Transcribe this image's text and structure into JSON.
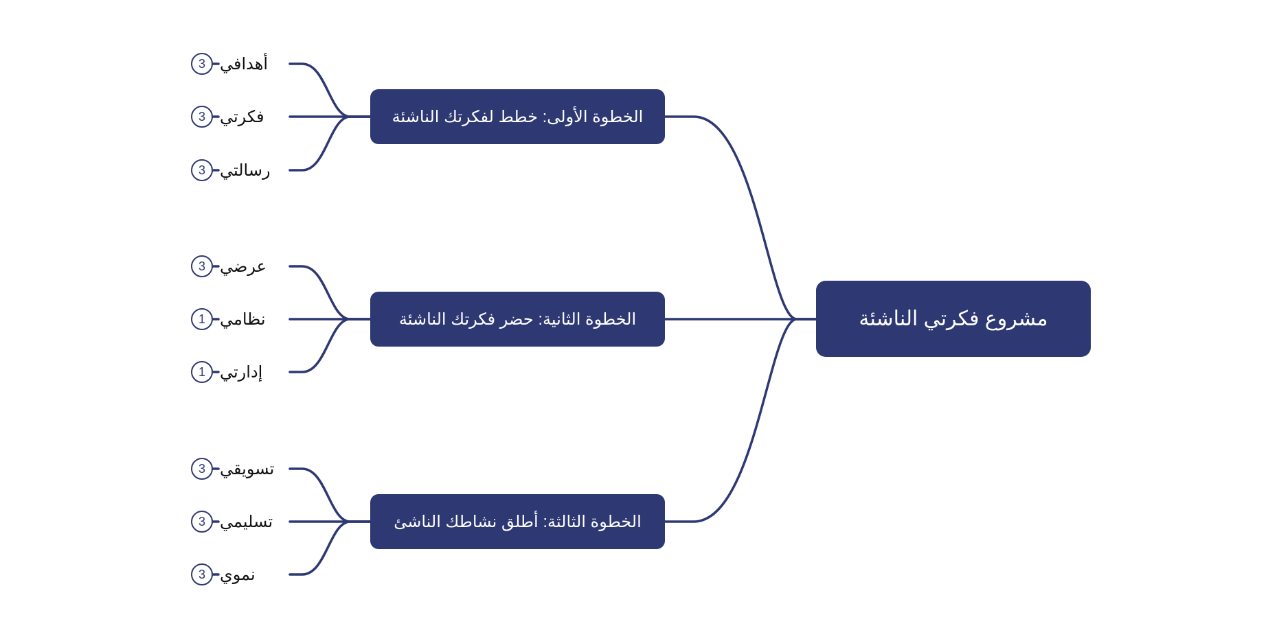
{
  "root": {
    "label": "مشروع فكرتي الناشئة"
  },
  "steps": [
    {
      "label": "الخطوة الأولى: خطط لفكرتك الناشئة",
      "children": [
        {
          "label": "أهدافي",
          "count": "3"
        },
        {
          "label": "فكرتي",
          "count": "3"
        },
        {
          "label": "رسالتي",
          "count": "3"
        }
      ]
    },
    {
      "label": "الخطوة الثانية: حضر فكرتك الناشئة",
      "children": [
        {
          "label": "عرضي",
          "count": "3"
        },
        {
          "label": "نظامي",
          "count": "1"
        },
        {
          "label": "إدارتي",
          "count": "1"
        }
      ]
    },
    {
      "label": "الخطوة الثالثة: أطلق نشاطك الناشئ",
      "children": [
        {
          "label": "تسويقي",
          "count": "3"
        },
        {
          "label": "تسليمي",
          "count": "3"
        },
        {
          "label": "نموي",
          "count": "3"
        }
      ]
    }
  ],
  "colors": {
    "node_fill": "#2e3873",
    "connector": "#2e3873",
    "text_on_node": "#ffffff"
  }
}
